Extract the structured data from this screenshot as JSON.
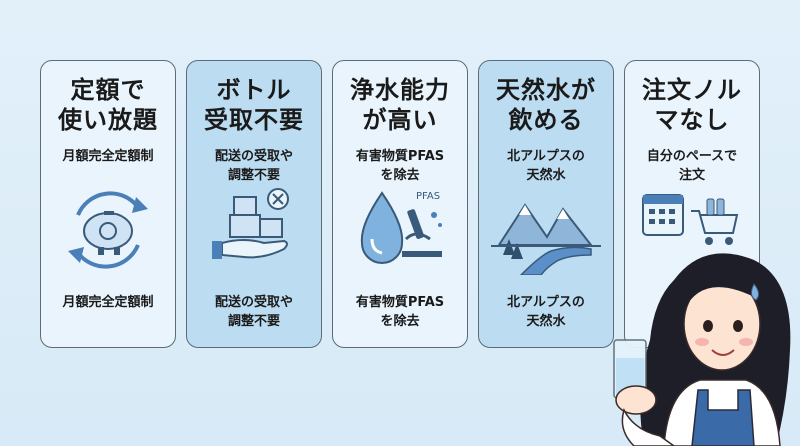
{
  "cards": [
    {
      "title_1": "定額で",
      "title_2": "使い放題",
      "sub_top_1": "月額完全定額制",
      "sub_top_2": "",
      "sub_bot_1": "月額完全定額制",
      "sub_bot_2": "",
      "icon": "piggy-bank-cycle-icon"
    },
    {
      "title_1": "ボトル",
      "title_2": "受取不要",
      "sub_top_1": "配送の受取や",
      "sub_top_2": "調整不要",
      "sub_bot_1": "配送の受取や",
      "sub_bot_2": "調整不要",
      "icon": "hand-boxes-icon"
    },
    {
      "title_1": "浄水能力",
      "title_2": "が高い",
      "sub_top_1": "有害物質PFAS",
      "sub_top_2": "を除去",
      "sub_bot_1": "有害物質PFAS",
      "sub_bot_2": "を除去",
      "icon": "water-drop-microscope-icon",
      "icon_text": "PFAS"
    },
    {
      "title_1": "天然水が",
      "title_2": "飲める",
      "sub_top_1": "北アルプスの",
      "sub_top_2": "天然水",
      "sub_bot_1": "北アルプスの",
      "sub_bot_2": "天然水",
      "icon": "mountain-river-icon"
    },
    {
      "title_1": "注文ノル",
      "title_2": "マなし",
      "sub_top_1": "自分のペースで",
      "sub_top_2": "注文",
      "icon": "calendar-cart-icon"
    }
  ],
  "colors": {
    "accent": "#5b8fc9",
    "card_bg": "#e9f4fc",
    "highlight_bg": "#bcdcf2",
    "border": "#5b6b78"
  }
}
